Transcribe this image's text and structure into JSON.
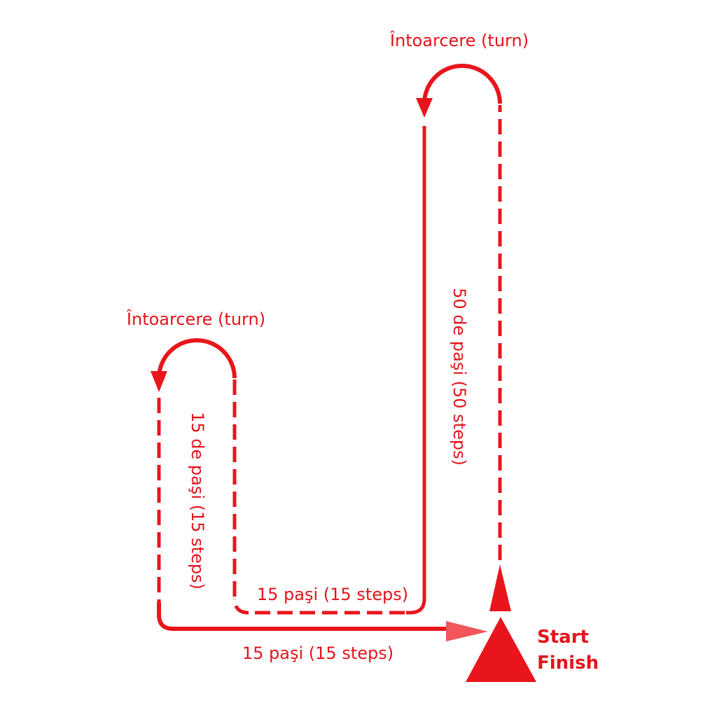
{
  "colors": {
    "path": "#e8161c",
    "arrow_right": "#f0565a"
  },
  "labels": {
    "turn_top": "Întoarcere (turn)",
    "turn_left": "Întoarcere (turn)",
    "long_leg": "50 de paşi (50 steps)",
    "short_leg": "15 de paşi (15 steps)",
    "inner_bottom": "15 paşi (15 steps)",
    "outer_bottom": "15 paşi (15 steps)",
    "start": "Start",
    "finish": "Finish"
  }
}
